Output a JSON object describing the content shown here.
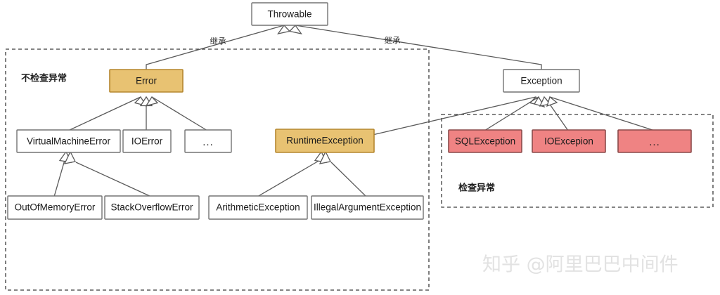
{
  "diagram": {
    "title": "Java Throwable exception hierarchy",
    "colors": {
      "gold_fill": "#e8c272",
      "gold_stroke": "#b5872f",
      "red_fill": "#ef8383",
      "red_stroke": "#8a4a4a",
      "plain_fill": "#ffffff",
      "plain_stroke": "#737373",
      "edge": "#595959",
      "frame": "#3a3a3a",
      "watermark": "#e2e2e2"
    },
    "nodes": {
      "throwable": {
        "label": "Throwable",
        "style": "plain"
      },
      "error": {
        "label": "Error",
        "style": "gold"
      },
      "exception": {
        "label": "Exception",
        "style": "plain"
      },
      "virtual_machine_error": {
        "label": "VirtualMachineError",
        "style": "plain"
      },
      "io_error": {
        "label": "IOError",
        "style": "plain"
      },
      "error_more": {
        "label": "...",
        "style": "plain"
      },
      "runtime_exception": {
        "label": "RuntimeException",
        "style": "gold"
      },
      "sql_exception": {
        "label": "SQLException",
        "style": "red"
      },
      "io_exception": {
        "label": "IOExcepion",
        "style": "red"
      },
      "checked_more": {
        "label": "...",
        "style": "red"
      },
      "out_of_memory_error": {
        "label": "OutOfMemoryError",
        "style": "plain"
      },
      "stack_overflow_error": {
        "label": "StackOverflowError",
        "style": "plain"
      },
      "arithmetic_exception": {
        "label": "ArithmeticException",
        "style": "plain"
      },
      "illegal_argument_exception": {
        "label": "IllegalArgumentException",
        "style": "plain"
      }
    },
    "edge_labels": {
      "error_to_throwable": "继承",
      "exception_to_throwable": "继承"
    },
    "groups": {
      "unchecked": {
        "label": "不检查异常"
      },
      "checked": {
        "label": "检查异常"
      }
    },
    "watermark": {
      "text": "知乎 @阿里巴巴中间件"
    }
  }
}
